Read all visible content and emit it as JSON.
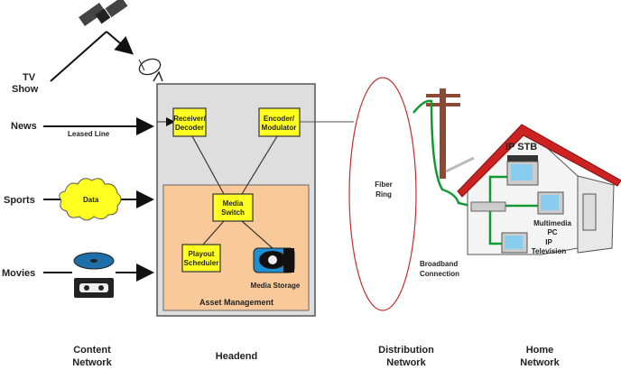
{
  "sources": {
    "tv_show": [
      "TV",
      "Show"
    ],
    "news": "News",
    "leased_line": "Leased Line",
    "sports": "Sports",
    "data_cloud": "Data",
    "movies": "Movies"
  },
  "headend": {
    "receiver": [
      "Receiver/",
      "Decoder"
    ],
    "encoder": [
      "Encoder/",
      "Modulator"
    ],
    "media_switch": [
      "Media",
      "Switch"
    ],
    "playout": [
      "Playout",
      "Scheduler"
    ],
    "media_storage": "Media Storage",
    "asset_management": "Asset Management"
  },
  "distribution": {
    "fiber_ring": [
      "Fiber",
      "Ring"
    ],
    "broadband": [
      "Broadband",
      "Connection"
    ]
  },
  "home": {
    "ip_stb": "IP STB",
    "multimedia_pc": [
      "Multimedia",
      "PC"
    ],
    "ip_tv": [
      "IP",
      "Television"
    ]
  },
  "sections": {
    "content": [
      "Content",
      "Network"
    ],
    "headend": "Headend",
    "distribution": [
      "Distribution",
      "Network"
    ],
    "home": [
      "Home",
      "Network"
    ]
  },
  "colors": {
    "component_box": "#ffff22",
    "headend_bg": "#dedede",
    "asset_bg": "#f9c99a",
    "fiber_ring": "#c03030",
    "cable": "#119933",
    "roof": "#cc2222",
    "screen": "#88ccee"
  }
}
